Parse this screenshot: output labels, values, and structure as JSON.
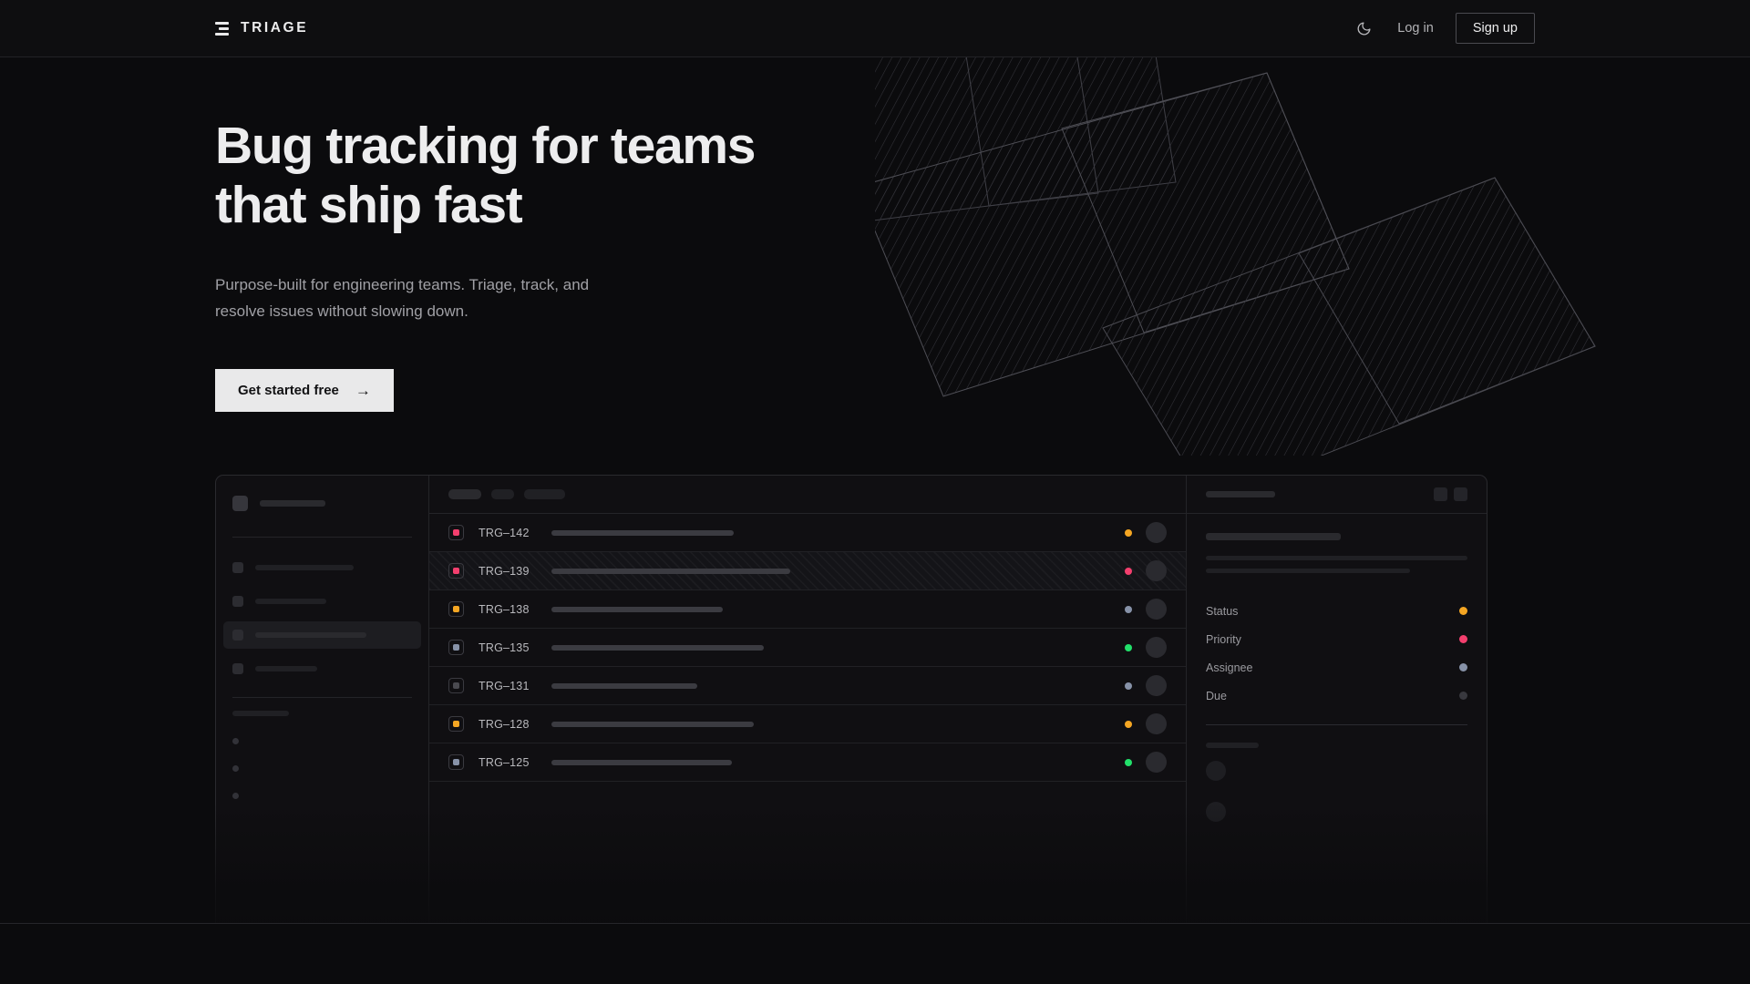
{
  "nav": {
    "brand": "TRIAGE",
    "brand_icon": "stacked-lines-logo-icon",
    "theme_toggle_icon": "moon-icon",
    "login_label": "Log in",
    "signup_label": "Sign up"
  },
  "hero": {
    "headline_line1": "Bug tracking for teams",
    "headline_line2": "that ship fast",
    "subhead_line1": "Purpose-built for engineering teams. Triage, track, and",
    "subhead_line2": "resolve issues without slowing down.",
    "cta_label": "Get started free",
    "cta_arrow": "→"
  },
  "decor": {
    "name": "hatched-panels-artwork",
    "panels": 3,
    "line_color": "#3a3a40"
  },
  "mockup": {
    "sidebar": {
      "nav_items": 4,
      "active_index": 2,
      "sub_items": 3
    },
    "toolbar": {
      "skeleton_pills": 3
    },
    "rows": [
      {
        "id": "TRG–142",
        "badge_color": "#f43f6e",
        "status_color": "#f5a623",
        "hatched": false,
        "title_width": 200
      },
      {
        "id": "TRG–139",
        "badge_color": "#f43f6e",
        "status_color": "#f43f6e",
        "hatched": true,
        "title_width": 262
      },
      {
        "id": "TRG–138",
        "badge_color": "#f5a623",
        "status_color": "#8792a8",
        "hatched": false,
        "title_width": 188
      },
      {
        "id": "TRG–135",
        "badge_color": "#8792a8",
        "status_color": "#22e06a",
        "hatched": false,
        "title_width": 233
      },
      {
        "id": "TRG–131",
        "badge_color": "#4a4a50",
        "status_color": "#8792a8",
        "hatched": false,
        "title_width": 160
      },
      {
        "id": "TRG–128",
        "badge_color": "#f5a623",
        "status_color": "#f5a623",
        "hatched": false,
        "title_width": 222
      },
      {
        "id": "TRG–125",
        "badge_color": "#8792a8",
        "status_color": "#22e06a",
        "hatched": false,
        "title_width": 198
      }
    ],
    "detail": {
      "header_buttons": 2,
      "fields": [
        {
          "label": "Status",
          "color": "#f5a623"
        },
        {
          "label": "Priority",
          "color": "#f43f6e"
        },
        {
          "label": "Assignee",
          "color": "#8792a8"
        },
        {
          "label": "Due",
          "color": "#38383e"
        }
      ],
      "activity_avatars": 2
    }
  },
  "colors": {
    "background": "#0b0b0d",
    "nav_background": "#0e0e10",
    "panel_background": "#100f12",
    "border": "#2a2a2e",
    "text_primary": "#ededee",
    "text_muted": "#a0a0a5",
    "accent_orange": "#f5a623",
    "accent_pink": "#f43f6e",
    "accent_green": "#22e06a",
    "accent_slate": "#8792a8",
    "cta_background": "#e9e9ea"
  }
}
